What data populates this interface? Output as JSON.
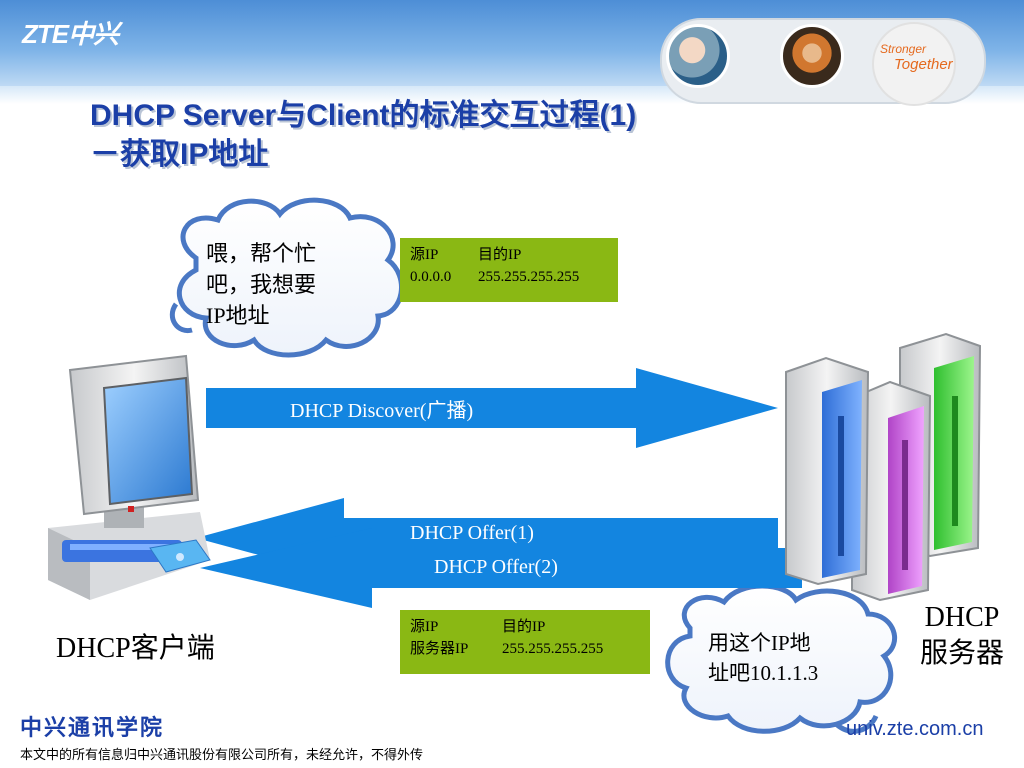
{
  "header": {
    "logo": "ZTE中兴",
    "slogan_line1": "Stronger",
    "slogan_line2": "Together"
  },
  "title": {
    "line1": "DHCP Server与Client的标准交互过程(1)",
    "line2": "－获取IP地址"
  },
  "client_bubble": {
    "line1": "喂，帮个忙",
    "line2": "吧，我想要",
    "line3": "IP地址"
  },
  "discover_box": {
    "src_header": "源IP",
    "dst_header": "目的IP",
    "src_value": "0.0.0.0",
    "dst_value": "255.255.255.255"
  },
  "arrows": {
    "discover": "DHCP Discover(广播)",
    "offer1": "DHCP Offer(1)",
    "offer2": "DHCP Offer(2)"
  },
  "offer_box": {
    "src_header": "源IP",
    "dst_header": "目的IP",
    "src_value": "服务器IP",
    "dst_value": "255.255.255.255"
  },
  "server_bubble": {
    "line1": "用这个IP地",
    "line2": "址吧10.1.1.3"
  },
  "client_label": "DHCP客户端",
  "server_label": {
    "line1": "DHCP",
    "line2": "服务器"
  },
  "footer": {
    "org": "中兴通讯学院",
    "note": "本文中的所有信息归中兴通讯股份有限公司所有，未经允许，不得外传",
    "url": "univ.zte.com.cn"
  },
  "colors": {
    "arrow": "#1385e0",
    "info_box": "#8ab814",
    "title": "#1b3fa7",
    "bubble_outline": "#4a78c4"
  }
}
